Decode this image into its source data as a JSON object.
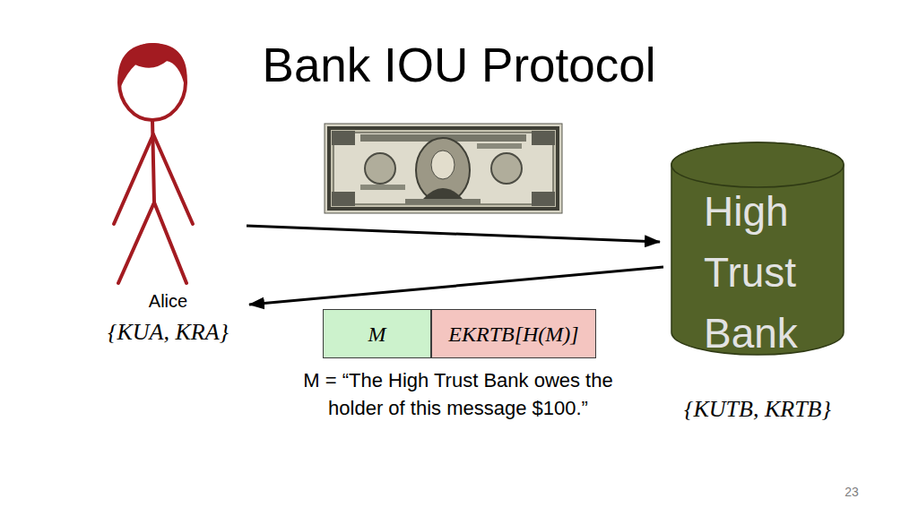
{
  "diagram": {
    "title": "Bank IOU Protocol",
    "nodes": [
      {
        "text": [
          "Alice",
          "{KUA, KRA}"
        ]
      },
      {
        "text": [
          "High Trust Bank",
          "{KUTB, KRTB}"
        ]
      },
      {
        "text": [
          "M"
        ]
      },
      {
        "text": [
          "EKRTB[H(M)]"
        ]
      }
    ],
    "edges": [
      {
        "from": 0,
        "to": 1,
        "arrow": "to"
      },
      {
        "from": 1,
        "to": 0,
        "arrow": "to"
      }
    ],
    "labels": [
      "M = “The High Trust Bank owes the holder of this message $100.”",
      "23"
    ]
  }
}
